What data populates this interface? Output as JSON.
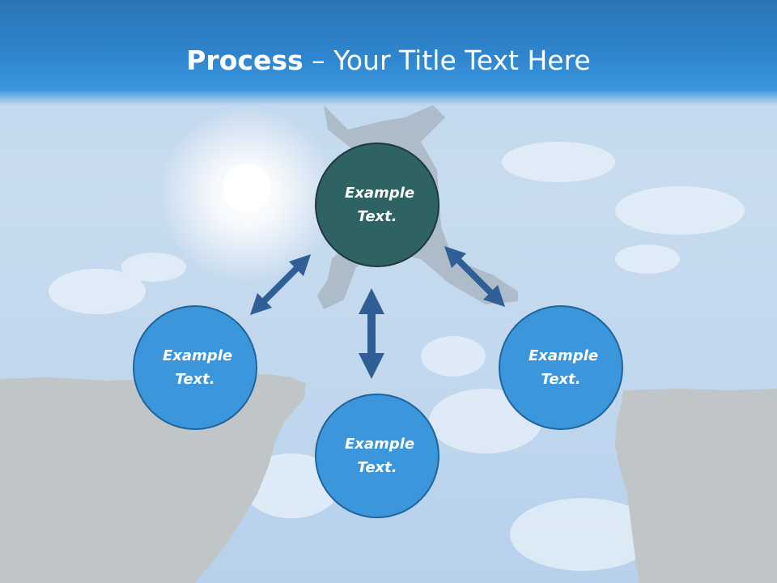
{
  "title": {
    "bold": "Process",
    "rest": " – Your Title Text Here"
  },
  "circles": {
    "top": "Example Text.",
    "left": "Example Text.",
    "bottom": "Example Text.",
    "right": "Example Text."
  },
  "colors": {
    "title_bar": "#2f86cf",
    "center_circle": "#2f6263",
    "outer_circle": "#3b96dc",
    "arrow": "#2f5f95",
    "cliff": "#c0c5c8"
  },
  "icons": [
    "double-arrow-icon"
  ]
}
